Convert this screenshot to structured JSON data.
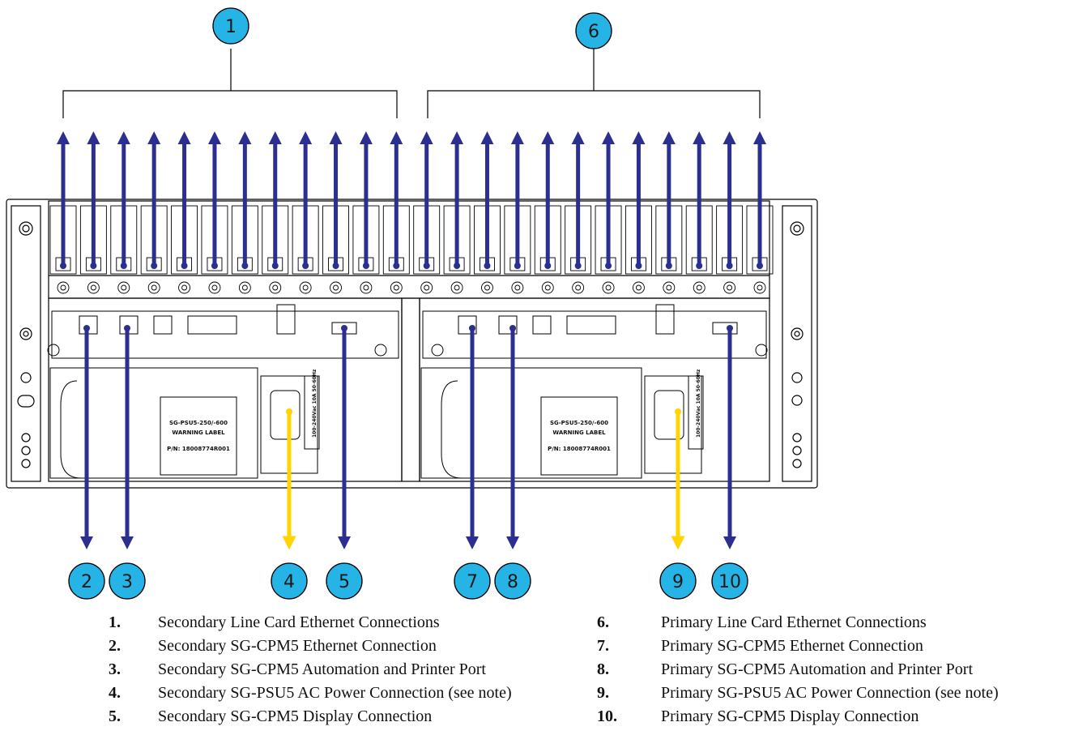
{
  "colors": {
    "arrow_ethernet": "#2b2f8f",
    "arrow_power": "#ffd400",
    "callout_fill": "#26b3e6",
    "outline": "#000000"
  },
  "callouts": [
    {
      "id": "1",
      "arrow": "up"
    },
    {
      "id": "2",
      "arrow": "down"
    },
    {
      "id": "3",
      "arrow": "down"
    },
    {
      "id": "4",
      "arrow": "down-power"
    },
    {
      "id": "5",
      "arrow": "down"
    },
    {
      "id": "6",
      "arrow": "up"
    },
    {
      "id": "7",
      "arrow": "down"
    },
    {
      "id": "8",
      "arrow": "down"
    },
    {
      "id": "9",
      "arrow": "down-power"
    },
    {
      "id": "10",
      "arrow": "down"
    }
  ],
  "psu_labels": {
    "model": "SG-PSU5-250/-600",
    "warning": "WARNING LABEL",
    "part_number": "P/N: 18008774R001"
  },
  "power_rating": "100-240Vac 10A 50-60Hz",
  "legend": [
    {
      "num": "1.",
      "label": "Secondary Line Card Ethernet Connections"
    },
    {
      "num": "2.",
      "label": "Secondary SG-CPM5 Ethernet Connection"
    },
    {
      "num": "3.",
      "label": "Secondary SG-CPM5 Automation and Printer Port"
    },
    {
      "num": "4.",
      "label": "Secondary SG-PSU5 AC Power Connection (see note)"
    },
    {
      "num": "5.",
      "label": "Secondary SG-CPM5 Display Connection"
    },
    {
      "num": "6.",
      "label": "Primary Line Card Ethernet Connections"
    },
    {
      "num": "7.",
      "label": "Primary SG-CPM5 Ethernet Connection"
    },
    {
      "num": "8.",
      "label": "Primary SG-CPM5 Automation and Printer Port"
    },
    {
      "num": "9.",
      "label": "Primary SG-PSU5 AC Power Connection (see note)"
    },
    {
      "num": "10.",
      "label": "Primary SG-CPM5 Display Connection"
    }
  ]
}
